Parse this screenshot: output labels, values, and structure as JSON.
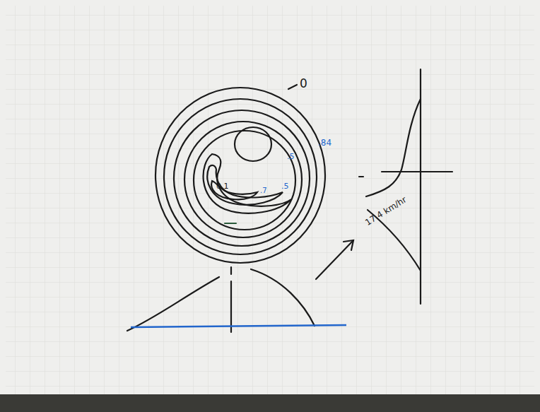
{
  "diagram": {
    "labels": [
      "0",
      ".84",
      ".5",
      "0.1",
      ".7",
      ".5",
      "17.4 km/hr"
    ]
  }
}
